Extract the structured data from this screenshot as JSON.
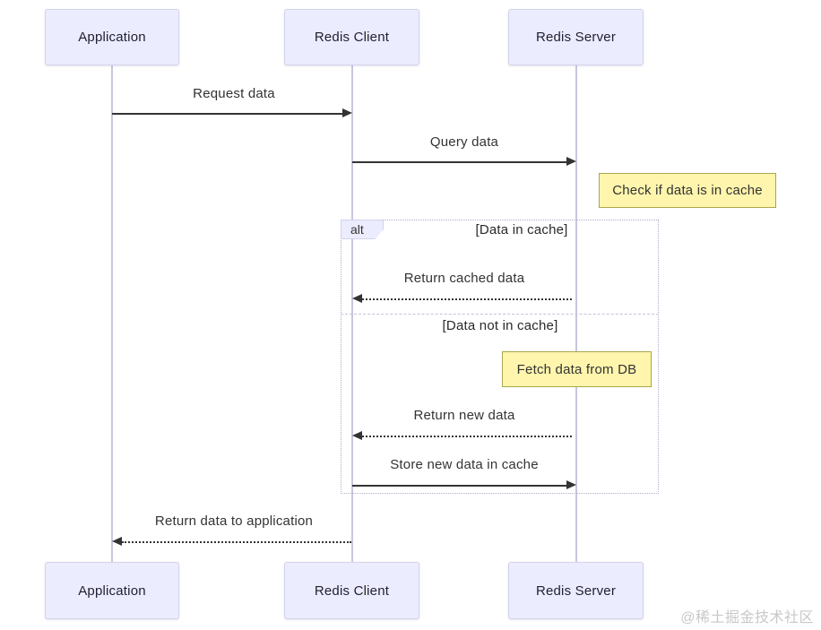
{
  "diagram": {
    "type": "sequence",
    "actors": [
      {
        "label": "Application"
      },
      {
        "label": "Redis Client"
      },
      {
        "label": "Redis Server"
      }
    ],
    "messages": [
      {
        "text": "Request data",
        "from": "Application",
        "to": "Redis Client",
        "line": "solid"
      },
      {
        "text": "Query data",
        "from": "Redis Client",
        "to": "Redis Server",
        "line": "solid"
      },
      {
        "text": "Return cached data",
        "from": "Redis Server",
        "to": "Redis Client",
        "line": "dotted"
      },
      {
        "text": "Return new data",
        "from": "Redis Server",
        "to": "Redis Client",
        "line": "dotted"
      },
      {
        "text": "Store new data in cache",
        "from": "Redis Client",
        "to": "Redis Server",
        "line": "solid"
      },
      {
        "text": "Return data to application",
        "from": "Redis Client",
        "to": "Application",
        "line": "dotted"
      }
    ],
    "notes": [
      {
        "text": "Check if data is in cache",
        "position": "right of Redis Server"
      },
      {
        "text": "Fetch data from DB",
        "position": "over Redis Server"
      }
    ],
    "alt": {
      "label": "alt",
      "branches": [
        {
          "condition": "[Data in cache]"
        },
        {
          "condition": "[Data not in cache]"
        }
      ]
    },
    "watermark": "@稀土掘金技术社区",
    "colors": {
      "actor_fill": "#ECECFF",
      "actor_border": "#D2D2EA",
      "note_fill": "#FFF5AD",
      "note_border": "#A8A84A",
      "arrow": "#333333",
      "lifeline": "#C7C7DE",
      "frame_border": "#AEAEC9",
      "watermark_text": "#C8C8C8"
    }
  }
}
